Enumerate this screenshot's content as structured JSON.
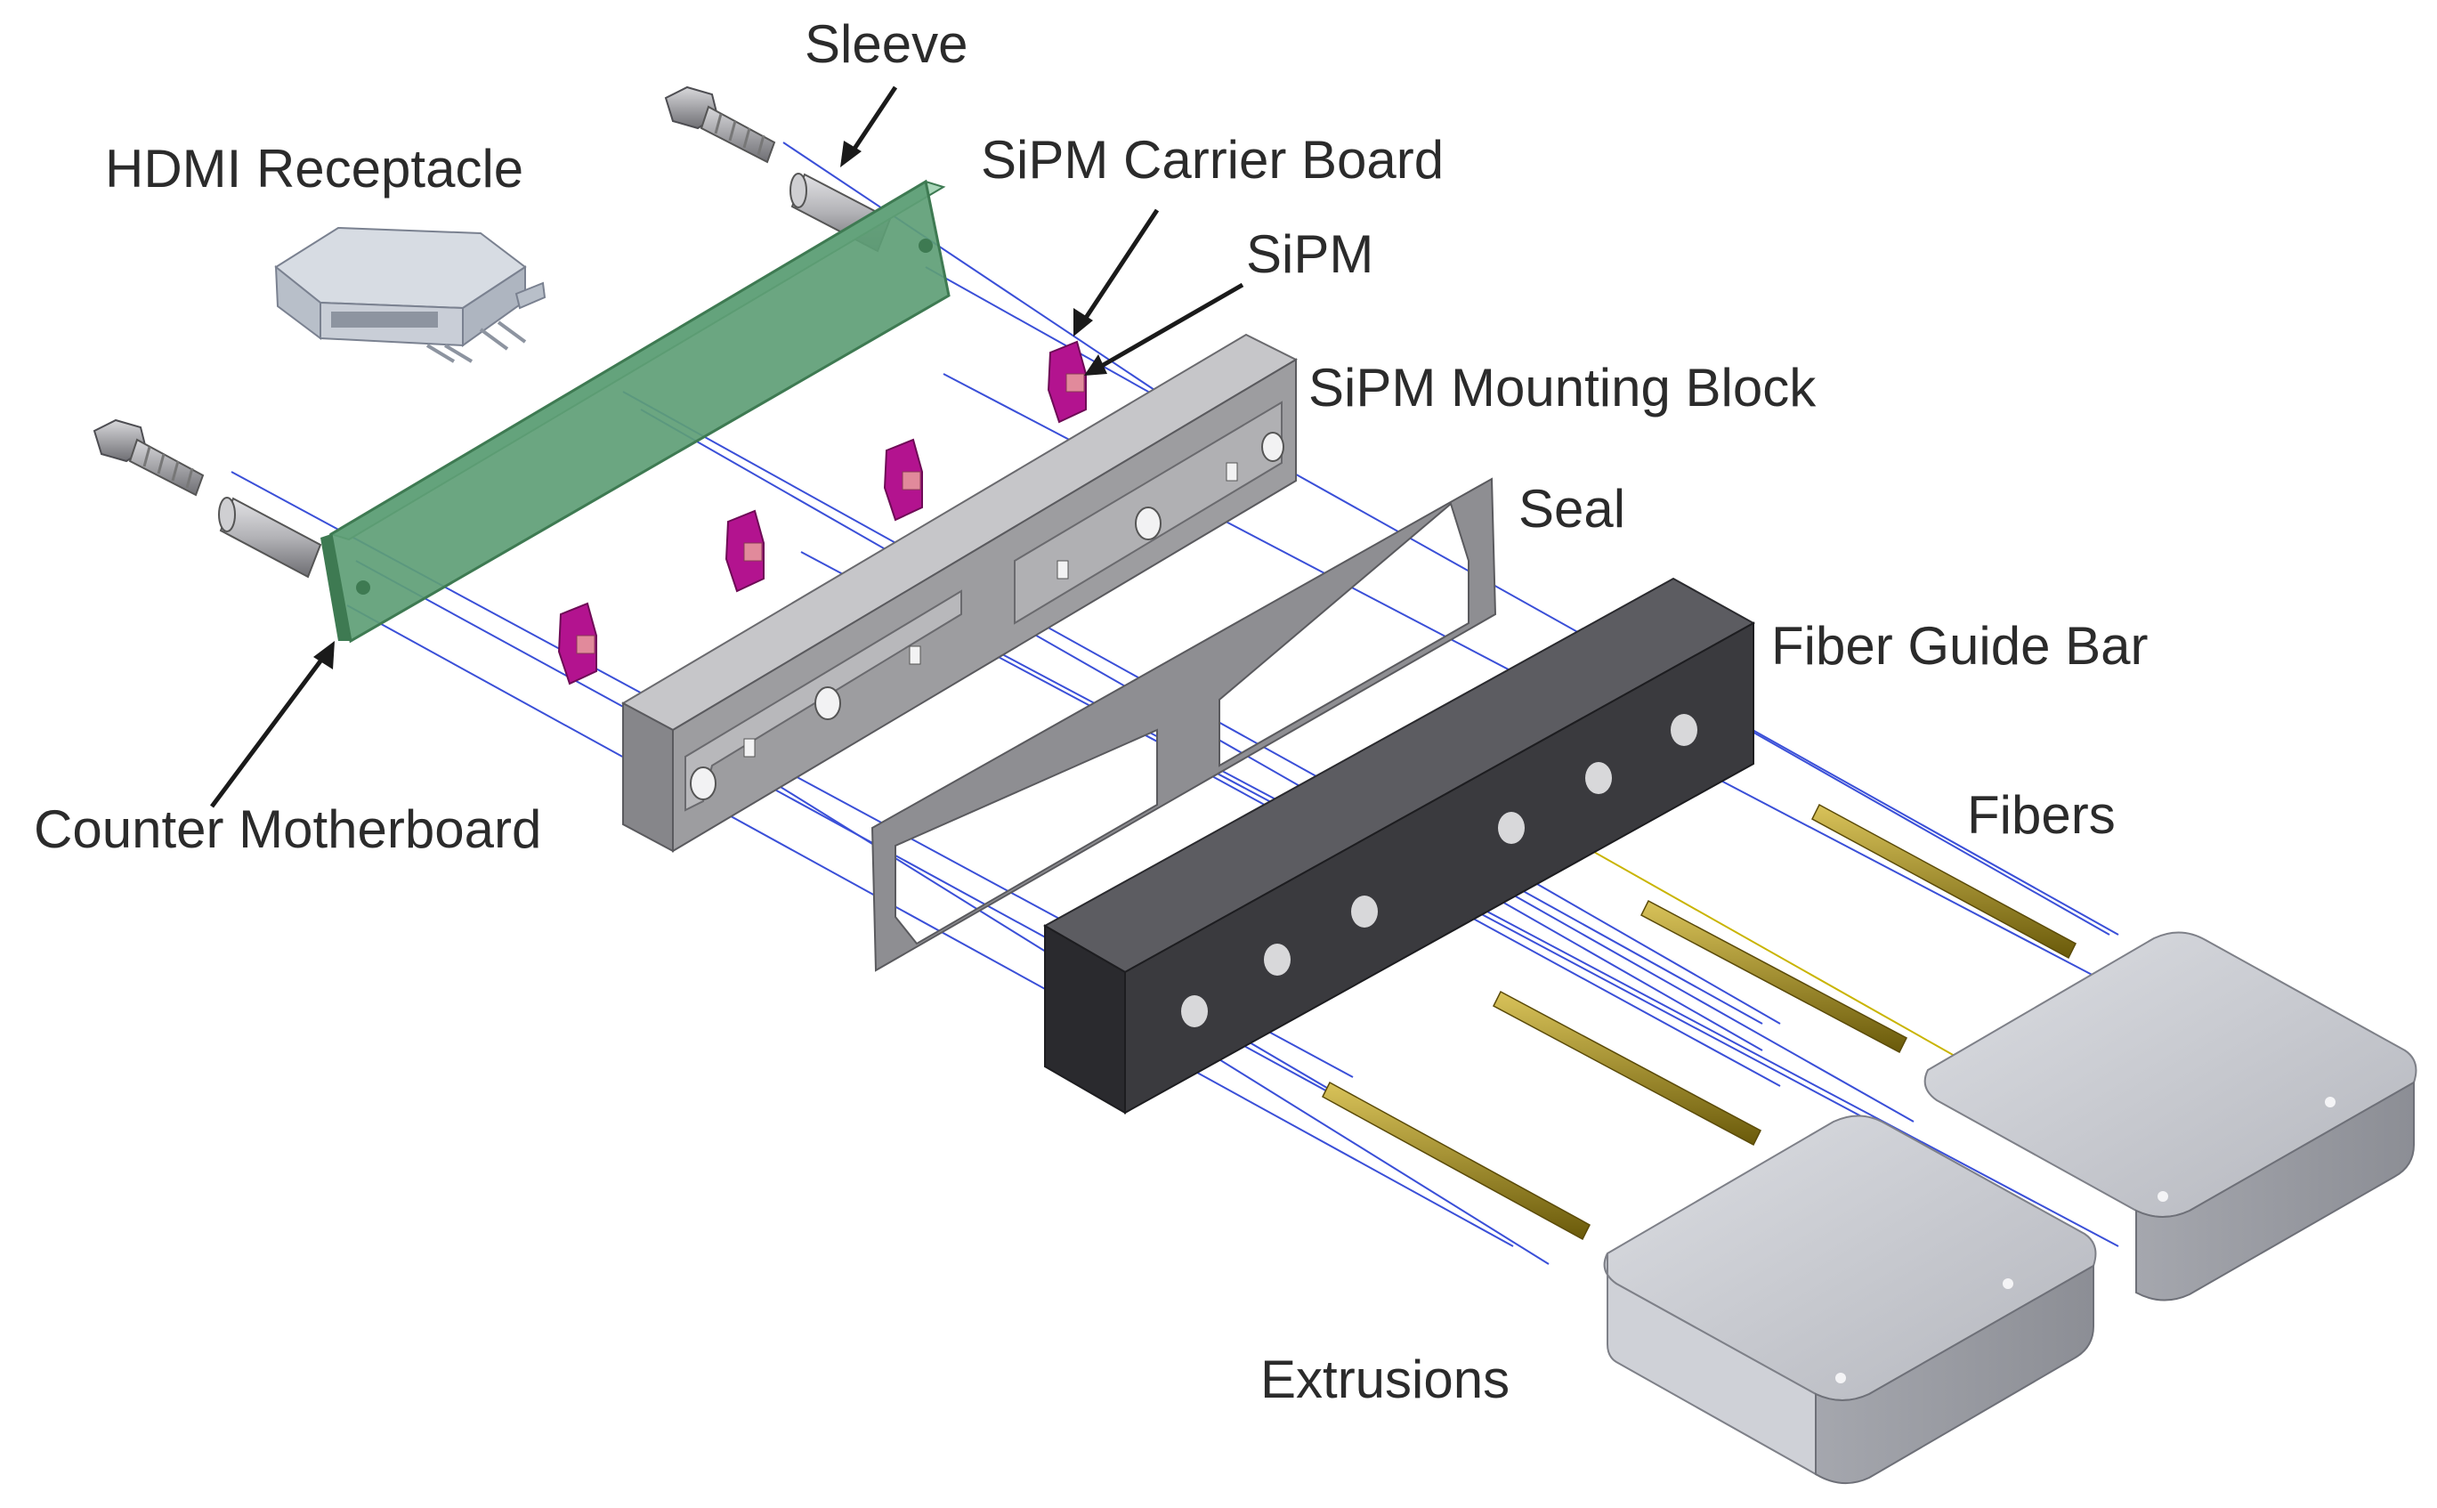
{
  "labels": {
    "sleeve": "Sleeve",
    "hdmi_receptacle": "HDMI Receptacle",
    "sipm_carrier_board": "SiPM Carrier Board",
    "sipm": "SiPM",
    "sipm_mounting_block": "SiPM Mounting Block",
    "seal": "Seal",
    "fiber_guide_bar": "Fiber Guide Bar",
    "fibers": "Fibers",
    "counter_motherboard": "Counter Motherboard",
    "extrusions": "Extrusions"
  },
  "colors": {
    "motherboard": "#5e9e76",
    "sipm": "#b3138f",
    "sipm_face": "#e18a9b",
    "mounting_block": "#9d9da0",
    "seal": "#8e8e92",
    "fiber_guide_bar": "#3a3a3e",
    "fiber": "#a08c1e",
    "extrusion": "#bfc1c7",
    "guide_line": "#3a4fd8"
  },
  "icons": {
    "bolt": "hex-bolt-icon",
    "sleeve": "sleeve-cylinder-icon",
    "connector": "hdmi-connector-icon"
  }
}
